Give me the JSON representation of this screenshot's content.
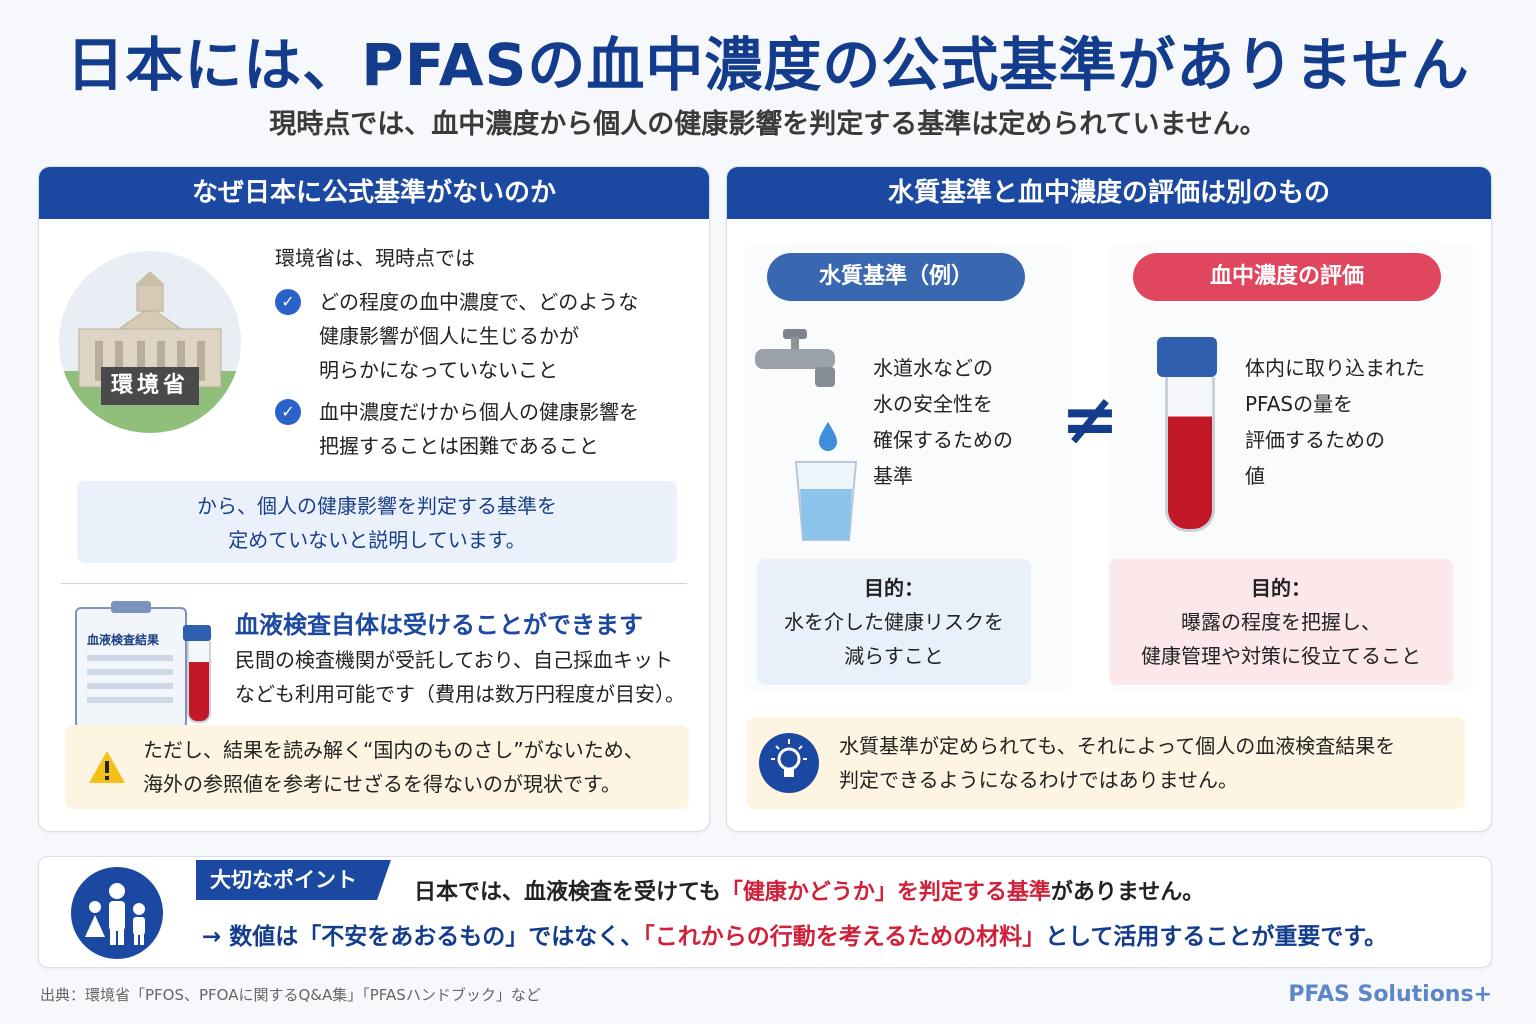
{
  "header": {
    "title": "日本には、PFASの血中濃度の公式基準がありません",
    "subtitle": "現時点では、血中濃度から個人の健康影響を判定する基準は定められていません。"
  },
  "left_panel": {
    "heading": "なぜ日本に公式基準がないのか",
    "building_label": "環境省",
    "intro": "環境省は、現時点では",
    "point1_lines": [
      "どの程度の血中濃度で、どのような",
      "健康影響が個人に生じるかが",
      "明らかになっていないこと"
    ],
    "point2_lines": [
      "血中濃度だけから個人の健康影響を",
      "把握することは困難であること"
    ],
    "conclusion_lines": [
      "から、個人の健康影響を判定する基準を",
      "定めていないと説明しています。"
    ],
    "clipboard_label": "血液検査結果",
    "test_heading": "血液検査自体は受けることができます",
    "test_lines": [
      "民間の検査機関が受託しており、自己採血キット",
      "なども利用可能です（費用は数万円程度が目安）。"
    ],
    "warning_lines": [
      "ただし、結果を読み解く“国内のものさし”がないため、",
      "海外の参照値を参考にせざるを得ないのが現状です。"
    ],
    "warning_icon": "warning-triangle"
  },
  "right_panel": {
    "heading": "水質基準と血中濃度の評価は別のもの",
    "water": {
      "pill": "水質基準（例）",
      "desc_lines": [
        "水道水などの",
        "水の安全性を",
        "確保するための",
        "基準"
      ],
      "purpose_label": "目的：",
      "purpose_lines": [
        "水を介した健康リスクを",
        "減らすこと"
      ],
      "icon": "faucet-and-glass"
    },
    "not_equal": "≠",
    "blood": {
      "pill": "血中濃度の評価",
      "desc_lines": [
        "体内に取り込まれた",
        "PFASの量を",
        "評価するための",
        "値"
      ],
      "purpose_label": "目的：",
      "purpose_lines": [
        "曝露の程度を把握し、",
        "健康管理や対策に役立てること"
      ],
      "icon": "blood-tube"
    },
    "note_lines": [
      "水質基準が定められても、それによって個人の血液検査結果を",
      "判定できるようになるわけではありません。"
    ],
    "note_icon": "lightbulb"
  },
  "key_point": {
    "tag": "大切なポイント",
    "line1": {
      "a": "日本では、血液検査を受けても",
      "b": "「健康かどうか」を判定する基準",
      "c": "がありません。"
    },
    "line2": {
      "a": "→ 数値は「不安をあおるもの」ではなく、",
      "b": "「これからの行動を考えるための材料」",
      "c": "として活用することが重要です。"
    },
    "icon": "family"
  },
  "footer": {
    "source": "出典：環境省「PFOS、PFOAに関するQ&A集」「PFASハンドブック」など",
    "brand": "PFAS Solutions+"
  },
  "colors": {
    "navy": "#143c8c",
    "blue": "#1b48a0",
    "red": "#d0203a",
    "pink": "#e0465e",
    "slate": "#3a68b0"
  }
}
